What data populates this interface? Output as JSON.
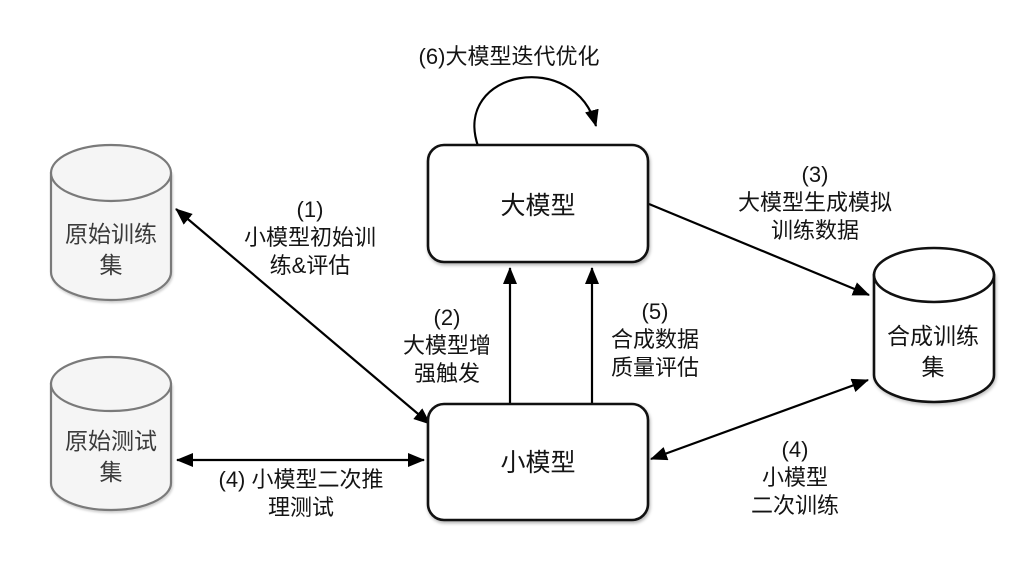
{
  "diagram": {
    "colors": {
      "background": "#ffffff",
      "line": "#000000",
      "text": "#141414",
      "box_fill": "#ffffff",
      "box_stroke": "#111111",
      "gray_cylinder_fill": "#f5f5f5",
      "gray_cylinder_stroke": "#7a7a7a",
      "dark_cylinder_fill": "#ffffff",
      "dark_cylinder_stroke": "#111111"
    },
    "nodes": {
      "original_train_set": {
        "lines": [
          "原始训练",
          "集"
        ]
      },
      "original_test_set": {
        "lines": [
          "原始测试",
          "集"
        ]
      },
      "large_model": {
        "label": "大模型"
      },
      "small_model": {
        "label": "小模型"
      },
      "synthetic_train_set": {
        "lines": [
          "合成训练",
          "集"
        ]
      }
    },
    "edges": {
      "e1": {
        "lines": [
          "(1)",
          "小模型初始训",
          "练&评估"
        ]
      },
      "e2": {
        "lines": [
          "(2)",
          "大模型增",
          "强触发"
        ]
      },
      "e3": {
        "lines": [
          "(3)",
          "大模型生成模拟",
          "训练数据"
        ]
      },
      "e4_left": {
        "lines": [
          "(4) 小模型二次推",
          "理测试"
        ]
      },
      "e4_right": {
        "lines": [
          "(4)",
          "小模型",
          "二次训练"
        ]
      },
      "e5": {
        "lines": [
          "(5)",
          "合成数据",
          "质量评估"
        ]
      },
      "e6": {
        "lines": [
          "(6)大模型迭代优化"
        ]
      }
    }
  }
}
